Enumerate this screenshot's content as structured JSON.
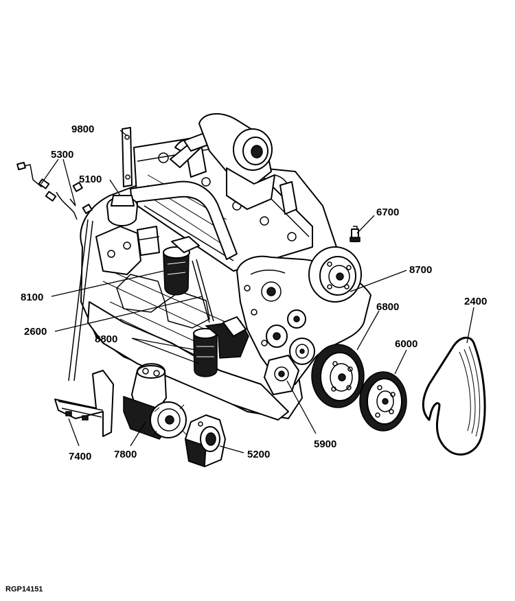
{
  "figure_ref": "RGP14151",
  "callouts": {
    "c9800": "9800",
    "c5300": "5300",
    "c5100": "5100",
    "c6700": "6700",
    "c8700": "8700",
    "c8100": "8100",
    "c2400": "2400",
    "c6800": "6800",
    "c2600": "2600",
    "c6000": "6000",
    "c8800": "8800",
    "c5900": "5900",
    "c7400": "7400",
    "c7800": "7800",
    "c5200": "5200"
  }
}
